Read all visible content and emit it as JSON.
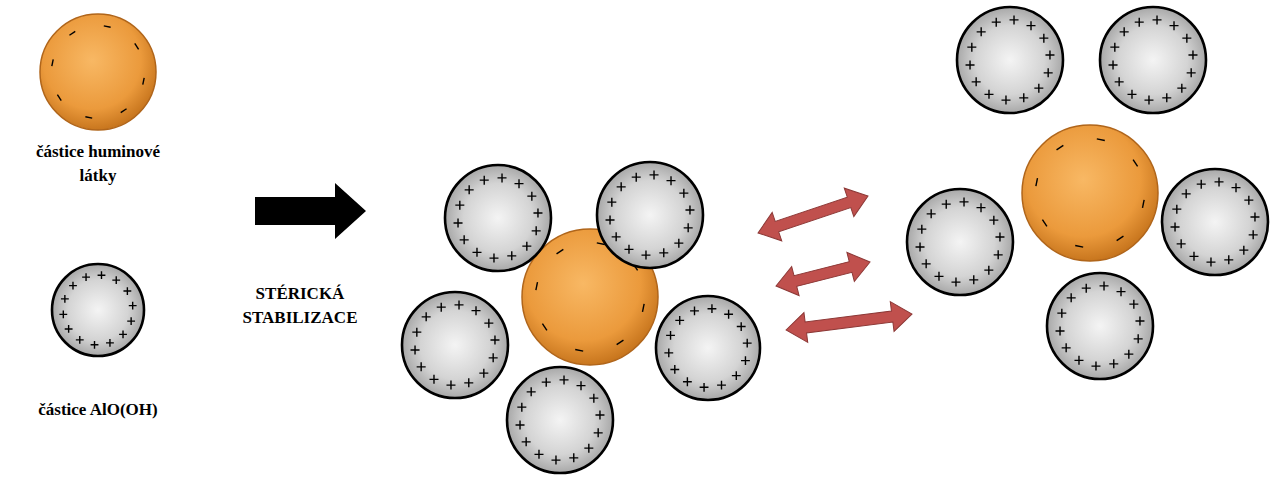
{
  "diagram": {
    "nodes": [
      {
        "text": [
          "částice huminové látky"
        ]
      },
      {
        "text": [
          "částice AlO(OH)"
        ]
      }
    ],
    "labels": [
      "STÉRICKÁ STABILIZACE"
    ]
  }
}
